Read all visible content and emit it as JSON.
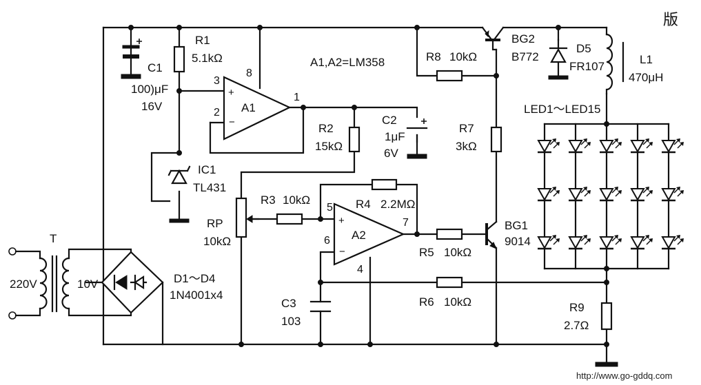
{
  "diagram": {
    "note": "A1,A2=LM358",
    "watermark": "http://www.go-gddq.com",
    "corner_glyph": "版",
    "components": {
      "C1": {
        "ref": "C1",
        "value": "100)μF",
        "rating": "16V"
      },
      "R1": {
        "ref": "R1",
        "value": "5.1kΩ"
      },
      "A1": {
        "ref": "A1",
        "pin_noninv": "3",
        "pin_inv": "2",
        "pin_out": "1",
        "pin_vcc": "8"
      },
      "IC1": {
        "ref": "IC1",
        "part": "TL431"
      },
      "R2": {
        "ref": "R2",
        "value": "15kΩ"
      },
      "C2": {
        "ref": "C2",
        "value": "1μF",
        "rating": "6V"
      },
      "R8": {
        "ref": "R8",
        "value": "10kΩ"
      },
      "BG2": {
        "ref": "BG2",
        "part": "B772"
      },
      "D5": {
        "ref": "D5",
        "part": "FR107"
      },
      "L1": {
        "ref": "L1",
        "value": "470μH"
      },
      "LED": {
        "ref": "LED1～LED15"
      },
      "R7": {
        "ref": "R7",
        "value": "3kΩ"
      },
      "RP": {
        "ref": "RP",
        "value": "10kΩ"
      },
      "R3": {
        "ref": "R3",
        "value": "10kΩ"
      },
      "R4": {
        "ref": "R4",
        "value": "2.2MΩ"
      },
      "A2": {
        "ref": "A2",
        "pin_noninv": "5",
        "pin_inv": "6",
        "pin_out": "7",
        "pin_gnd": "4"
      },
      "BG1": {
        "ref": "BG1",
        "part": "9014"
      },
      "R5": {
        "ref": "R5",
        "value": "10kΩ"
      },
      "R6": {
        "ref": "R6",
        "value": "10kΩ"
      },
      "C3": {
        "ref": "C3",
        "value": "103"
      },
      "R9": {
        "ref": "R9",
        "value": "2.7Ω"
      },
      "T": {
        "ref": "T",
        "primary": "220V",
        "secondary": "10V"
      },
      "D1D4": {
        "ref": "D1～D4",
        "part": "1N4001x4"
      }
    },
    "signs": {
      "plus": "+",
      "minus": "−"
    }
  }
}
